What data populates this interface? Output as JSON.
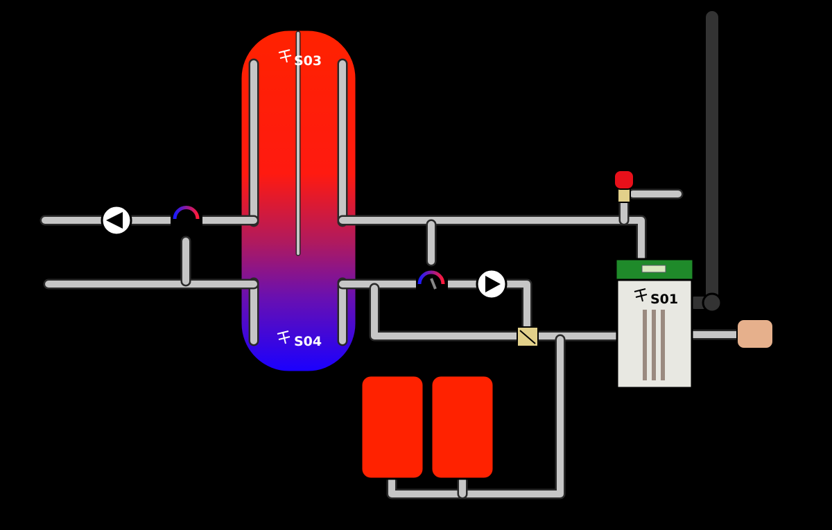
{
  "sensors": {
    "s03": "S03",
    "s04": "S04",
    "s01": "S01"
  },
  "colors": {
    "background": "#000000",
    "tank_hot": "#ff2200",
    "tank_cold": "#1a00ff",
    "pipe": "#c6c6c6",
    "flue": "#333333",
    "boiler_body": "#e8e8e2",
    "boiler_top": "#1f8a2a",
    "expansion_vessel": "#ff2200",
    "safety_valve": "#e8101a",
    "fuel_connector": "#e6b08c",
    "switch_valve": "#e2d08a"
  },
  "icons": [
    "pump-icon",
    "mixing-valve-icon",
    "temperature-sensor-icon",
    "safety-valve-icon",
    "switch-valve-icon"
  ]
}
